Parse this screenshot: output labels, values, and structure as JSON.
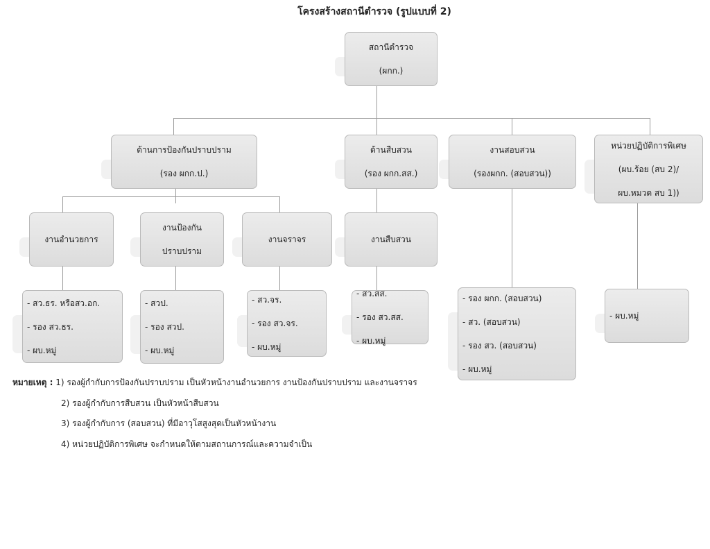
{
  "title": "โครงสร้างสถานีตำรวจ (รูปแบบที่ 2)",
  "root": {
    "lines": [
      "สถานีตำรวจ",
      "(ผกก.)"
    ]
  },
  "level2": [
    {
      "lines": [
        "ด้านการป้องกันปราบปราม",
        "(รอง ผกก.ป.)"
      ]
    },
    {
      "lines": [
        "ด้านสืบสวน",
        "(รอง ผกก.สส.)"
      ]
    },
    {
      "lines": [
        "งานสอบสวน",
        "(รองผกก. (สอบสวน))"
      ]
    },
    {
      "lines": [
        "หน่วยปฏิบัติการพิเศษ",
        "(ผบ.ร้อย (สบ 2)/",
        "ผบ.หมวด สบ 1))"
      ]
    }
  ],
  "level3": [
    {
      "lines": [
        "งานอำนวยการ"
      ]
    },
    {
      "lines": [
        "งานป้องกัน",
        "ปราบปราม"
      ]
    },
    {
      "lines": [
        "งานจราจร"
      ]
    },
    {
      "lines": [
        "งานสืบสวน"
      ]
    }
  ],
  "level4": [
    {
      "lines": [
        "- สว.ธร. หรือสว.อก.",
        "- รอง สว.ธร.",
        "- ผบ.หมู่"
      ]
    },
    {
      "lines": [
        "- สวป.",
        "- รอง สวป.",
        "- ผบ.หมู่"
      ]
    },
    {
      "lines": [
        "- สว.จร.",
        "- รอง สว.จร.",
        "- ผบ.หมู่"
      ]
    },
    {
      "lines": [
        "- สว.สส.",
        "- รอง สว.สส.",
        "- ผบ.หมู่"
      ]
    },
    {
      "lines": [
        "- รอง ผกก. (สอบสวน)",
        "- สว. (สอบสวน)",
        "- รอง สว. (สอบสวน)",
        "- ผบ.หมู่"
      ]
    },
    {
      "lines": [
        "- ผบ.หมู่"
      ]
    }
  ],
  "notes": {
    "label": "หมายเหตุ :",
    "items": [
      "1) รองผู้กำกับการป้องกันปราบปราม เป็นหัวหน้างานอำนวยการ งานป้องกันปราบปราม และงานจราจร",
      "2) รองผู้กำกับการสืบสวน เป็นหัวหน้าสืบสวน",
      "3) รองผู้กำกับการ (สอบสวน) ที่มีอาวุโสสูงสุดเป็นหัวหน้างาน",
      "4) หน่วยปฏิบัติการพิเศษ จะกำหนดให้ตามสถานการณ์และความจำเป็น"
    ]
  }
}
